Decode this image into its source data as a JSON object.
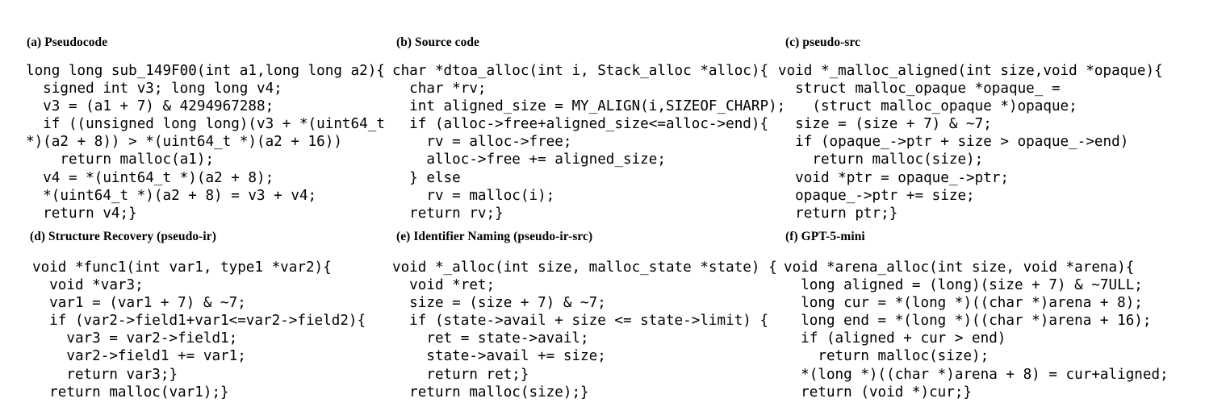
{
  "figure": {
    "background_color": "#ffffff",
    "text_color": "#000000",
    "columns": 3,
    "rows": 2
  },
  "panels": [
    {
      "key": "a",
      "title": "(a) Pseudocode",
      "code": "long long sub_149F00(int a1,long long a2){\n  signed int v3; long long v4;\n  v3 = (a1 + 7) & 4294967288;\n  if ((unsigned long long)(v3 + *(uint64_t\n*)(a2 + 8)) > *(uint64_t *)(a2 + 16))\n    return malloc(a1);\n  v4 = *(uint64_t *)(a2 + 8);\n  *(uint64_t *)(a2 + 8) = v3 + v4;\n  return v4;}"
    },
    {
      "key": "b",
      "title": "(b) Source code",
      "code": "char *dtoa_alloc(int i, Stack_alloc *alloc){\n  char *rv;\n  int aligned_size = MY_ALIGN(i,SIZEOF_CHARP);\n  if (alloc->free+aligned_size<=alloc->end){\n    rv = alloc->free;\n    alloc->free += aligned_size;\n  } else\n    rv = malloc(i);\n  return rv;}"
    },
    {
      "key": "c",
      "title": "(c) pseudo-src",
      "code": "void *_malloc_aligned(int size,void *opaque){\n  struct malloc_opaque *opaque_ =\n    (struct malloc_opaque *)opaque;\n  size = (size + 7) & ~7;\n  if (opaque_->ptr + size > opaque_->end)\n    return malloc(size);\n  void *ptr = opaque_->ptr;\n  opaque_->ptr += size;\n  return ptr;}"
    },
    {
      "key": "d",
      "title": "(d) Structure Recovery (pseudo-ir)",
      "code": "void *func1(int var1, type1 *var2){\n  void *var3;\n  var1 = (var1 + 7) & ~7;\n  if (var2->field1+var1<=var2->field2){\n    var3 = var2->field1;\n    var2->field1 += var1;\n    return var3;}\n  return malloc(var1);}"
    },
    {
      "key": "e",
      "title": "(e) Identifier Naming (pseudo-ir-src)",
      "code": "void *_alloc(int size, malloc_state *state) {\n  void *ret;\n  size = (size + 7) & ~7;\n  if (state->avail + size <= state->limit) {\n    ret = state->avail;\n    state->avail += size;\n    return ret;}\n  return malloc(size);}"
    },
    {
      "key": "f",
      "title": "(f) GPT-5-mini",
      "code": "void *arena_alloc(int size, void *arena){\n  long aligned = (long)(size + 7) & ~7ULL;\n  long cur = *(long *)((char *)arena + 8);\n  long end = *(long *)((char *)arena + 16);\n  if (aligned + cur > end)\n    return malloc(size);\n  *(long *)((char *)arena + 8) = cur+aligned;\n  return (void *)cur;}"
    }
  ]
}
